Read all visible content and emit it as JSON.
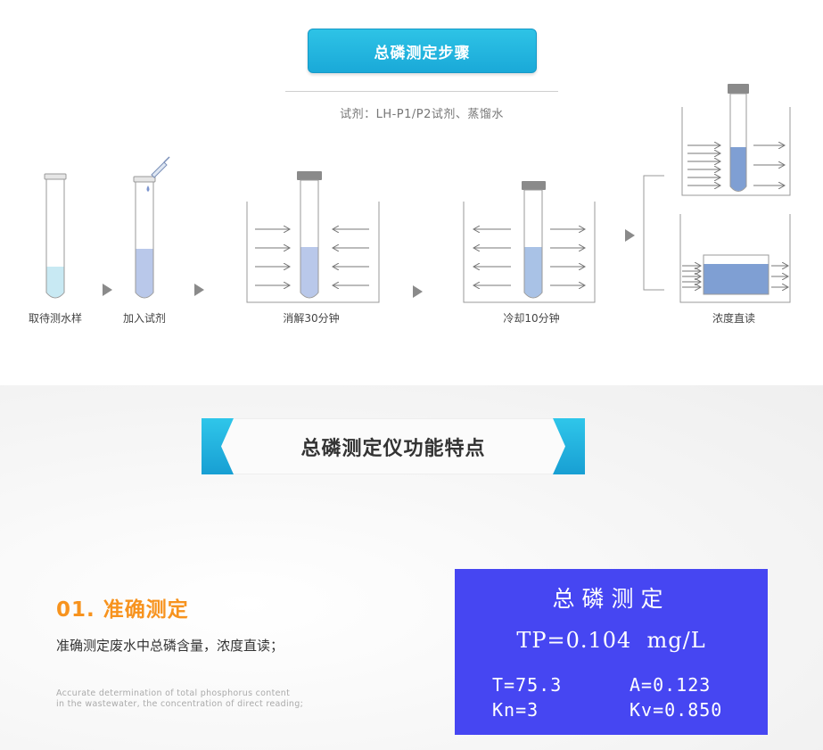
{
  "steps_section": {
    "title": "总磷测定步骤",
    "reagent_text": "试剂：LH-P1/P2试剂、蒸馏水",
    "steps": [
      {
        "label": "取待测水样"
      },
      {
        "label": "加入试剂"
      },
      {
        "label": "消解30分钟"
      },
      {
        "label": "冷却10分钟"
      },
      {
        "label": "浓度直读"
      }
    ],
    "colors": {
      "accent": "#1aa9d8",
      "sample_liquid": "#c8e9f3",
      "reagent_liquid": "#b9c8ea",
      "tube_liquid": "#a9c2e6",
      "cap": "#8a8a8a",
      "arrow": "#777777"
    }
  },
  "features_section": {
    "banner_title": "总磷测定仪功能特点",
    "feature": {
      "title": "01. 准确测定",
      "description": "准确测定废水中总磷含量，浓度直读；",
      "english_line1": "Accurate determination of total phosphorus content",
      "english_line2": "in the wastewater, the concentration of direct reading;"
    },
    "display": {
      "title": "总磷测定",
      "tp_reading": "TP=0.104  mg/L",
      "t_value": "T=75.3",
      "a_value": "A=0.123",
      "kn_value": "Kn=3",
      "kv_value": "Kv=0.850",
      "background_color": "#4646f2"
    }
  }
}
